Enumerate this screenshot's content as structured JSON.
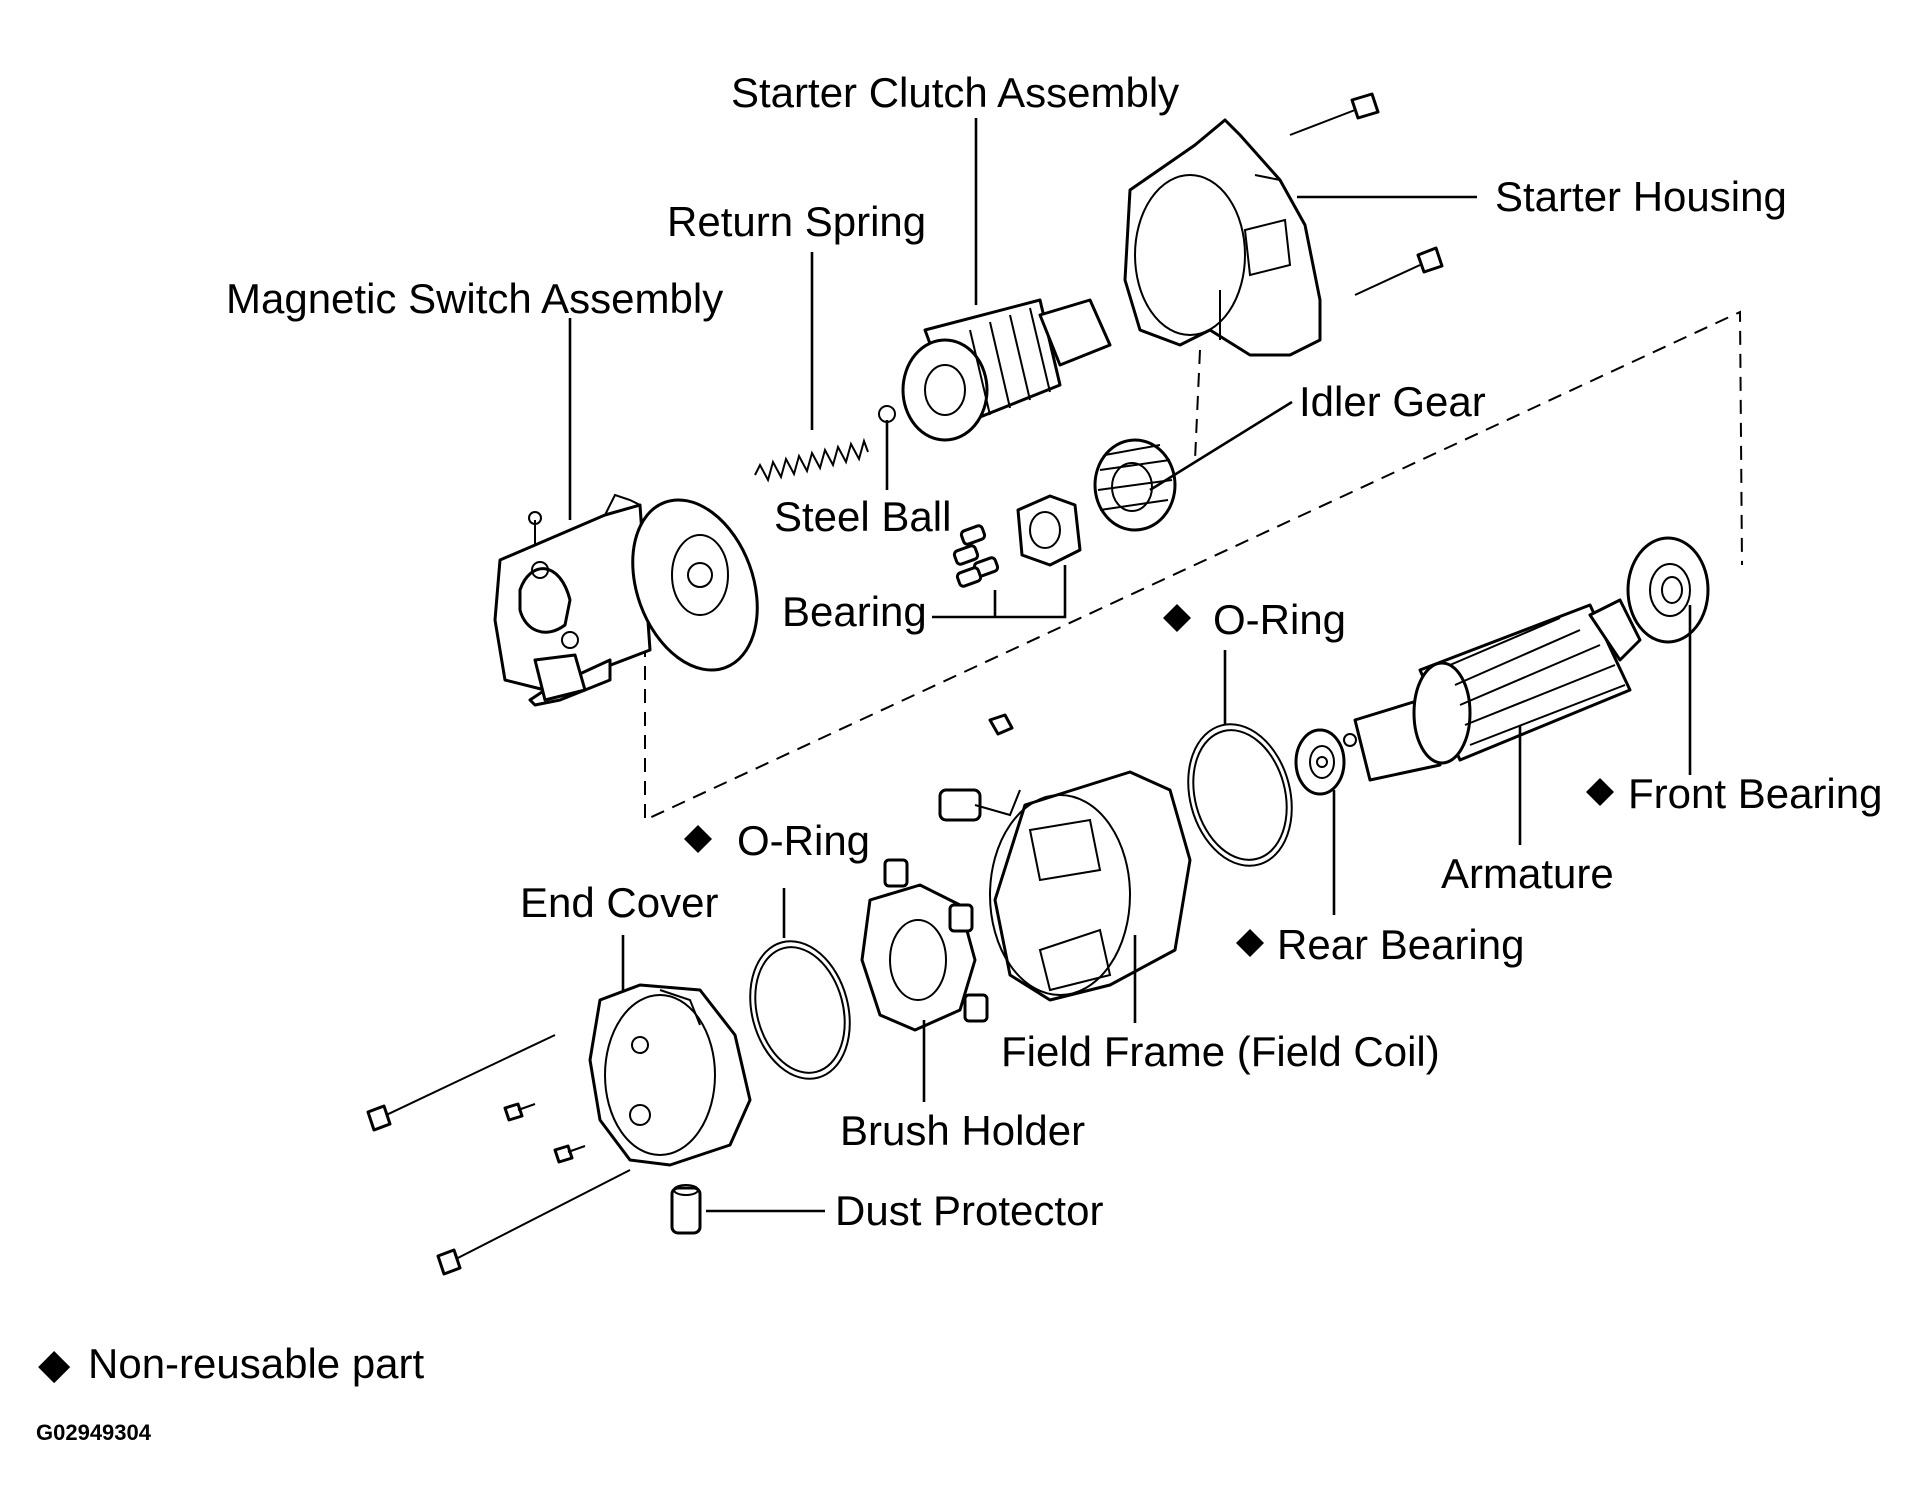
{
  "labels": {
    "starter_clutch_assembly": "Starter Clutch Assembly",
    "starter_housing": "Starter Housing",
    "return_spring": "Return Spring",
    "magnetic_switch_assembly": "Magnetic Switch Assembly",
    "idler_gear": "Idler Gear",
    "steel_ball": "Steel Ball",
    "bearing": "Bearing",
    "o_ring_upper": "O-Ring",
    "front_bearing": "Front Bearing",
    "armature": "Armature",
    "o_ring_lower": "O-Ring",
    "end_cover": "End Cover",
    "rear_bearing": "Rear Bearing",
    "field_frame": "Field Frame (Field Coil)",
    "brush_holder": "Brush Holder",
    "dust_protector": "Dust Protector"
  },
  "legend": {
    "symbol": "◆",
    "text": "Non-reusable part"
  },
  "figure_id": "G02949304"
}
